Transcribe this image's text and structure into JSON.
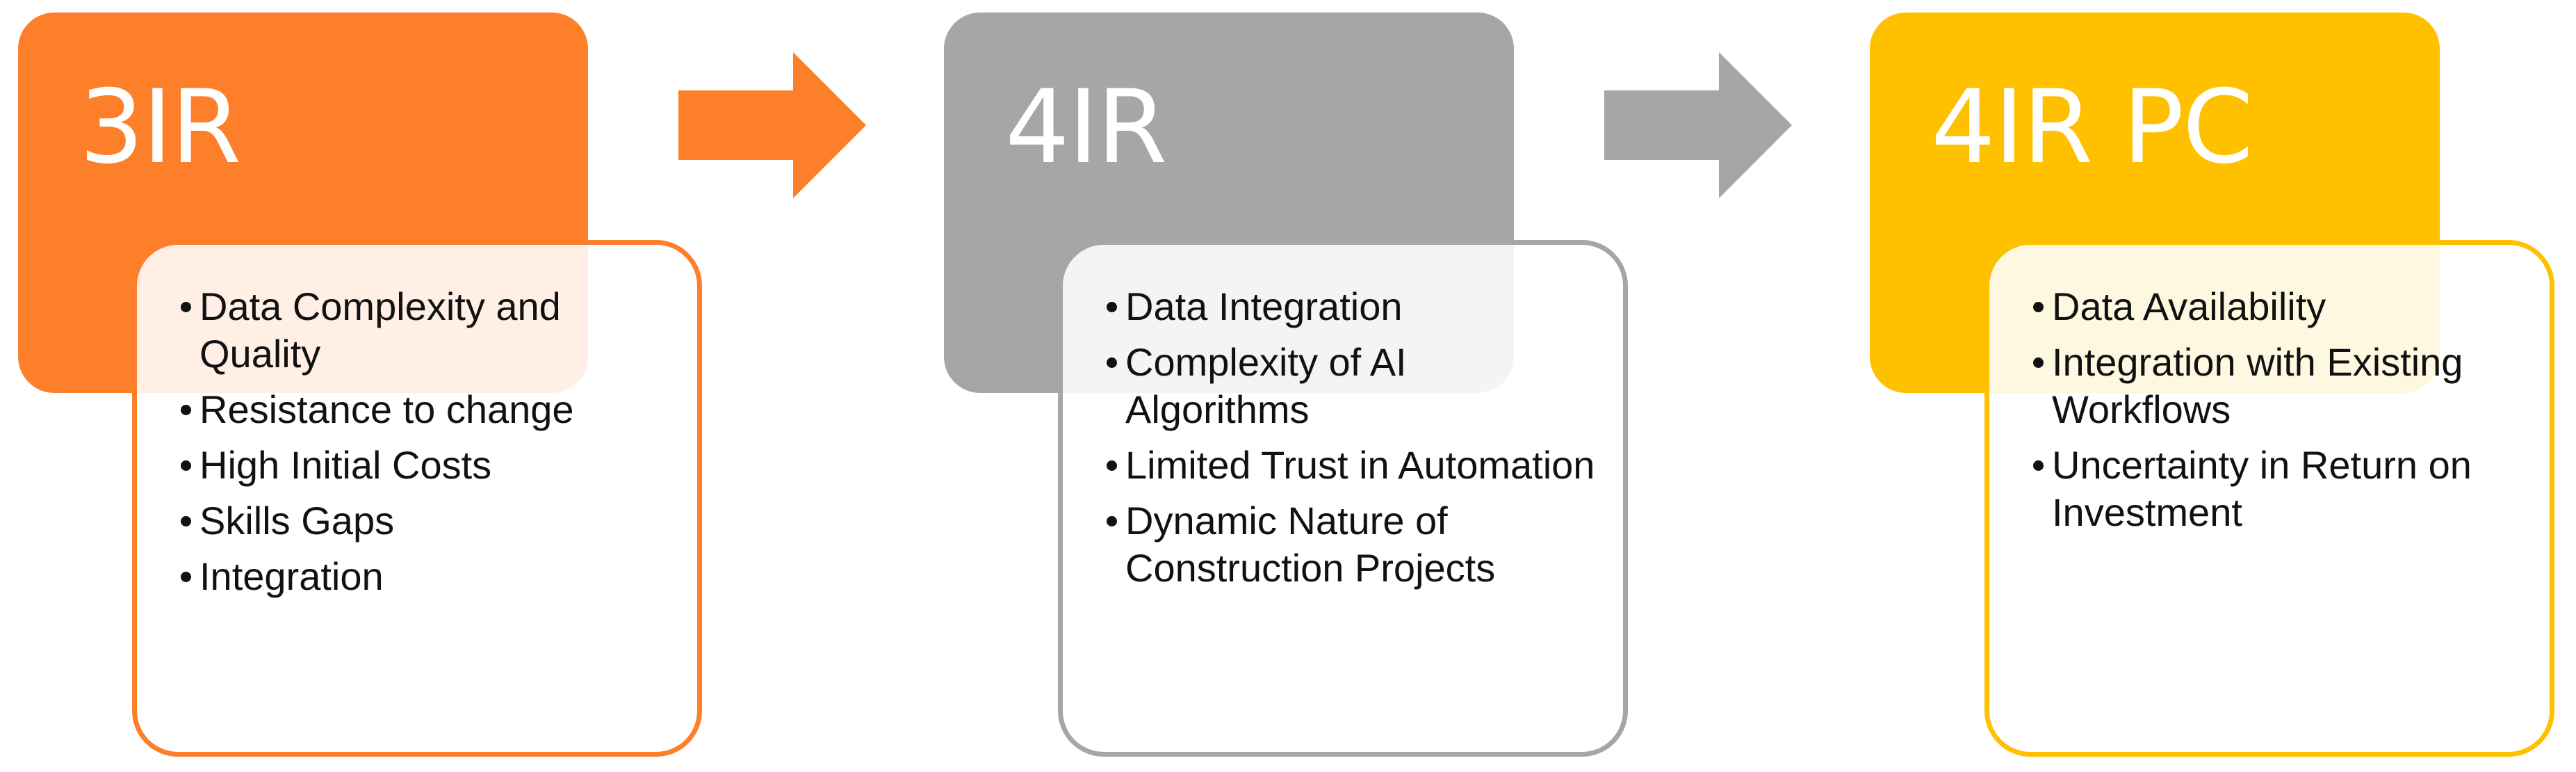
{
  "colors": {
    "stage_1": "#FD7F2A",
    "stage_2": "#A6A6A6",
    "stage_3": "#FFC000",
    "text_dark": "#111111",
    "text_light": "#FFFFFF"
  },
  "stages": [
    {
      "title": "3IR",
      "items": [
        "Data Complexity and Quality",
        "Resistance to change",
        "High Initial Costs",
        "Skills Gaps",
        "Integration"
      ]
    },
    {
      "title": "4IR",
      "items": [
        "Data Integration",
        "Complexity of AI Algorithms",
        "Limited Trust in Automation",
        "Dynamic Nature of Construction Projects"
      ]
    },
    {
      "title": "4IR PC",
      "items": [
        "Data Availability",
        "Integration with Existing Workflows",
        "Uncertainty in Return on Investment"
      ]
    }
  ],
  "arrows": [
    {
      "from": "3IR",
      "to": "4IR",
      "icon": "right-arrow-icon"
    },
    {
      "from": "4IR",
      "to": "4IR PC",
      "icon": "right-arrow-icon"
    }
  ]
}
